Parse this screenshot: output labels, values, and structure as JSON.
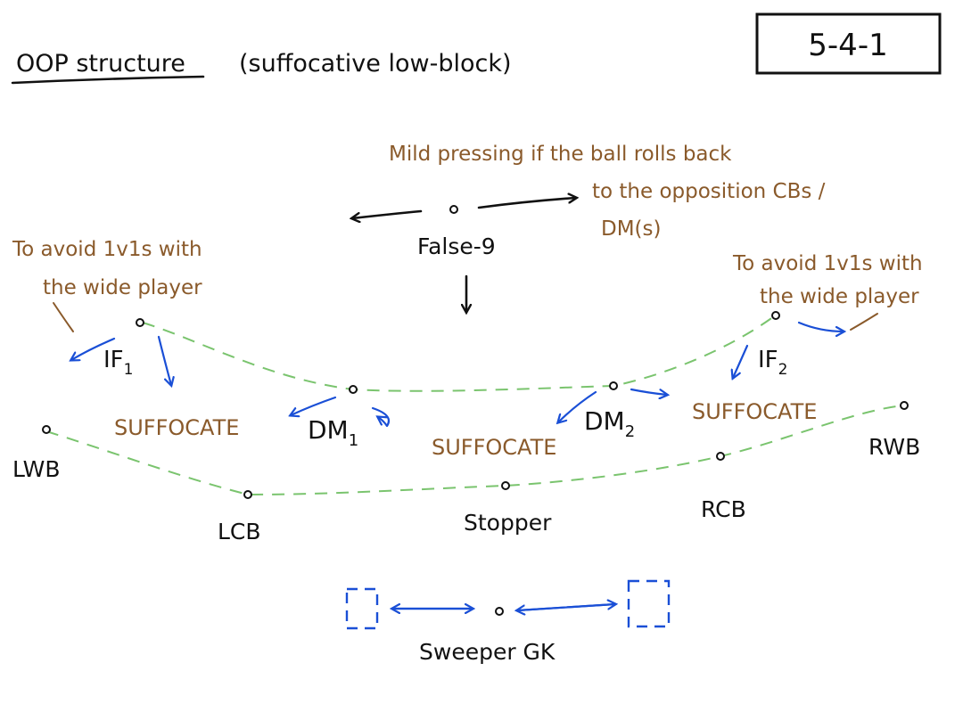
{
  "title": "OOP structure",
  "subtitle": "(suffocative low-block)",
  "formation": "5-4-1",
  "players": {
    "false9": "False-9",
    "if1": "IF",
    "if1_sub": "1",
    "if2": "IF",
    "if2_sub": "2",
    "dm1": "DM",
    "dm1_sub": "1",
    "dm2": "DM",
    "dm2_sub": "2",
    "lwb": "LWB",
    "rwb": "RWB",
    "lcb": "LCB",
    "stopper": "Stopper",
    "rcb": "RCB",
    "gk": "Sweeper GK"
  },
  "notes": {
    "pressing_line1": "Mild pressing if the ball rolls back",
    "pressing_line2": "to the opposition CBs /",
    "pressing_line3": "DM(s)",
    "left_avoid_line1": "To avoid 1v1s with",
    "left_avoid_line2": "the wide player",
    "right_avoid_line1": "To avoid 1v1s with",
    "right_avoid_line2": "the wide player",
    "suffocate_left": "SUFFOCATE",
    "suffocate_center": "SUFFOCATE",
    "suffocate_right": "SUFFOCATE"
  },
  "colors": {
    "ink": "#111111",
    "note": "#8a5a2b",
    "movement": "#1a4fd6",
    "line_link": "#7ac46e"
  }
}
